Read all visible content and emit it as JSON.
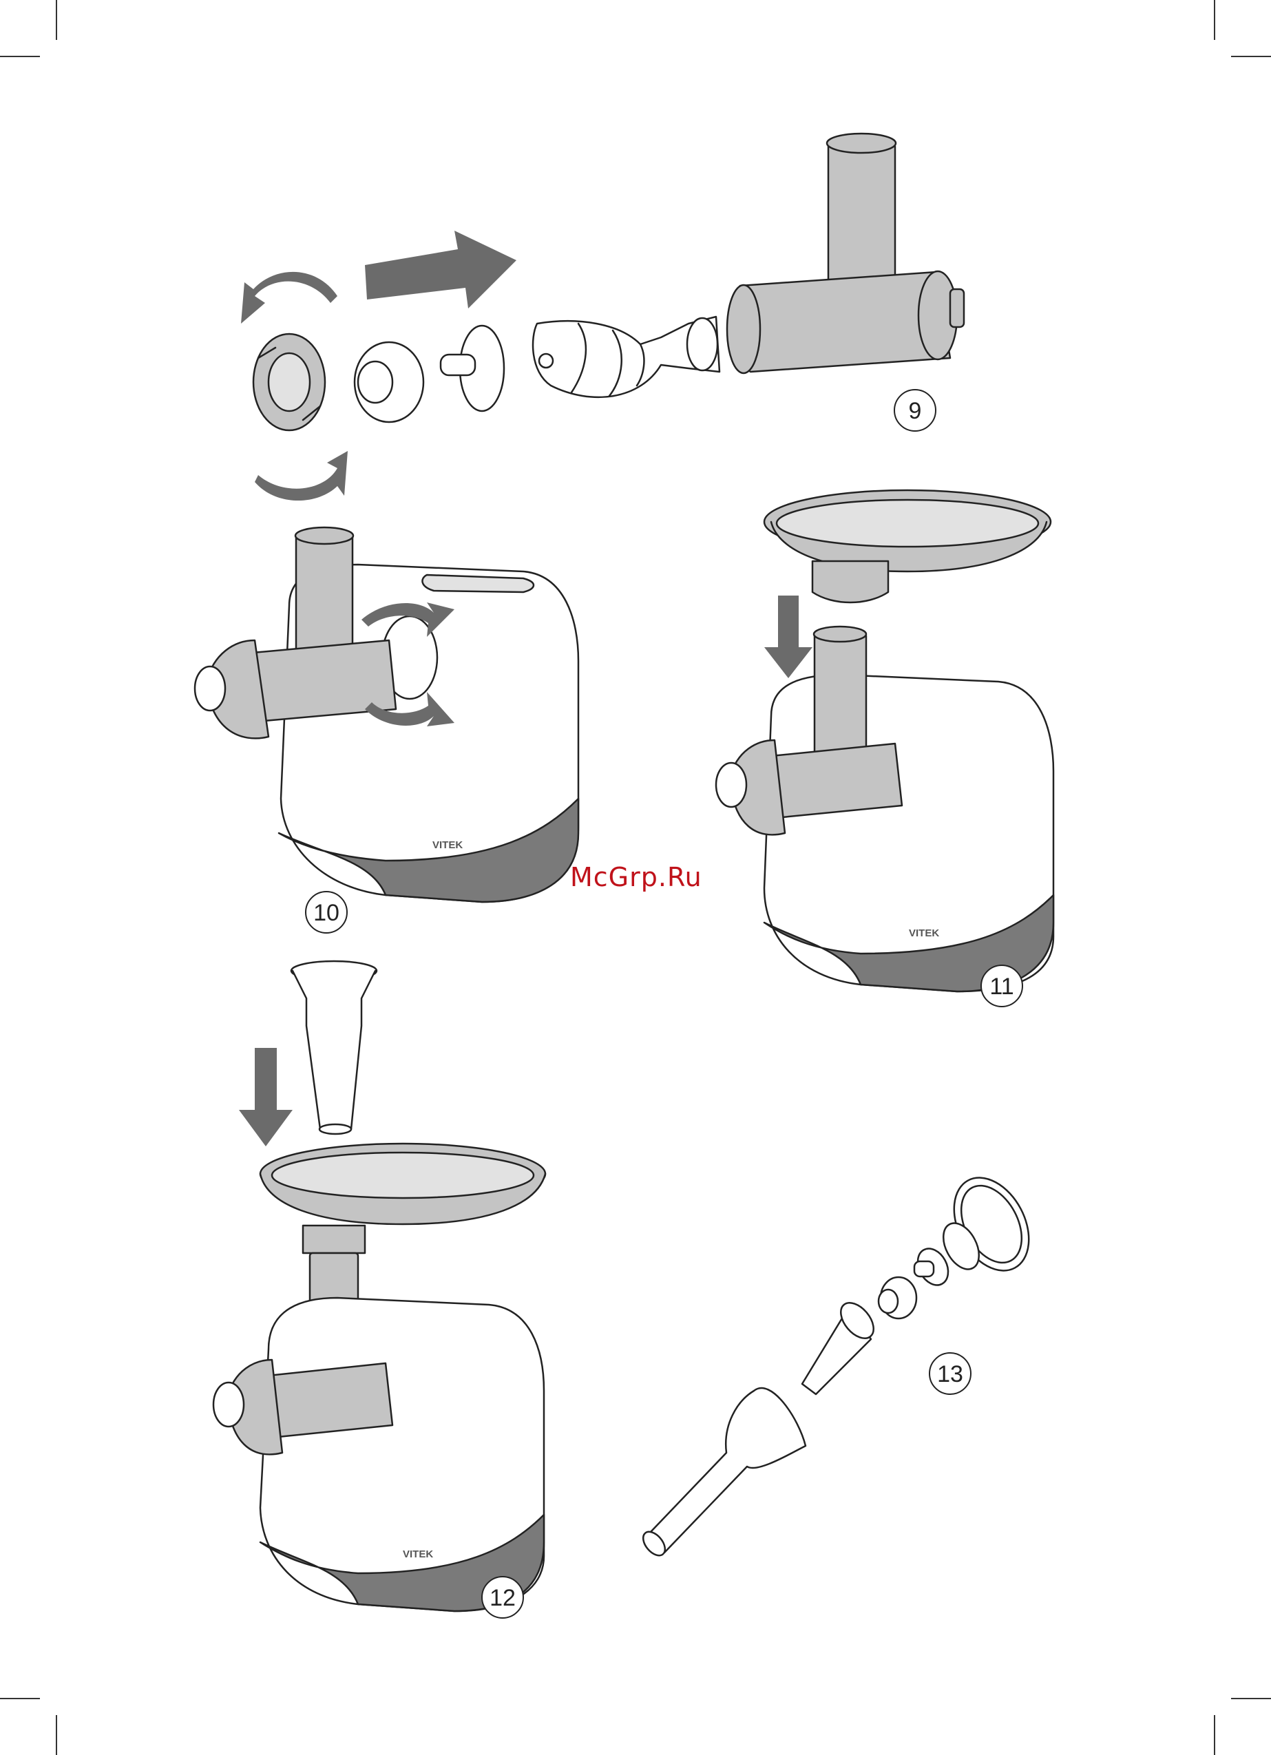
{
  "watermark": "McGrp.Ru",
  "brand": "VITEK",
  "steps": [
    {
      "number": "9"
    },
    {
      "number": "10"
    },
    {
      "number": "11"
    },
    {
      "number": "12"
    },
    {
      "number": "13"
    }
  ],
  "colors": {
    "part_fill": "#c4c4c4",
    "arrow_fill": "#6b6b6b",
    "outline": "#222222",
    "watermark": "#c0121a",
    "base_band": "#7a7a7a"
  }
}
